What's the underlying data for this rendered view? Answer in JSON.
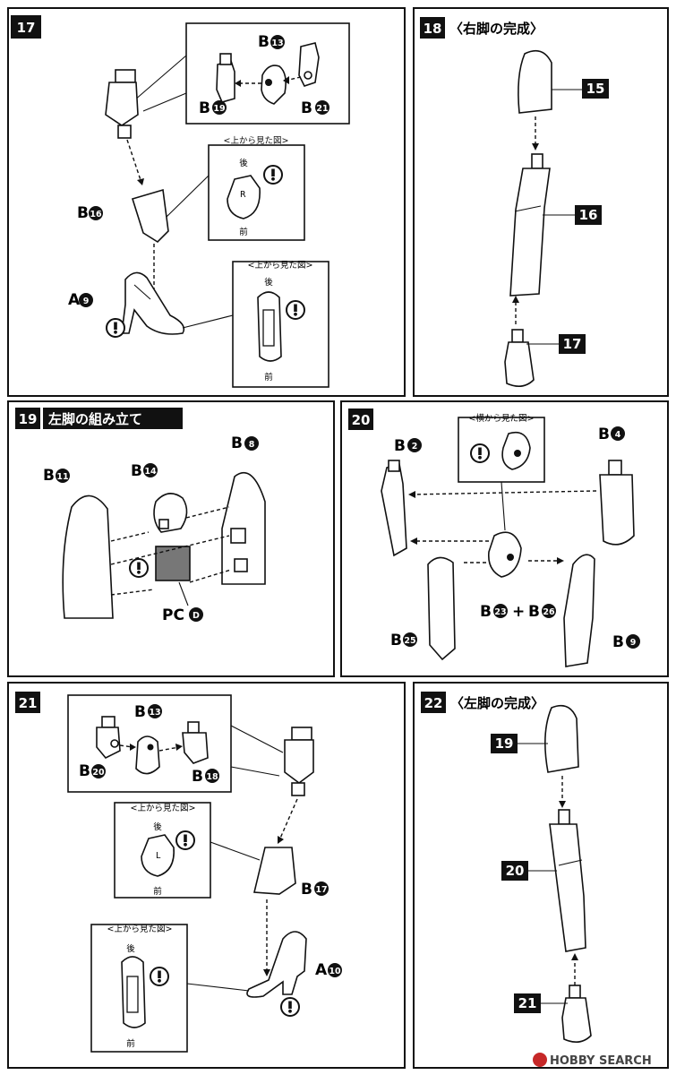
{
  "step17": {
    "number": "17",
    "labels": {
      "b13": "B",
      "n13": "13",
      "b19": "B",
      "n19": "19",
      "b21": "B",
      "n21": "21",
      "b16": "B",
      "n16": "16",
      "a9": "A",
      "n9": "9"
    },
    "view_label_1": "<上から見た図>",
    "view_label_2": "<上から見た図>",
    "back": "後",
    "front": "前",
    "back2": "後",
    "front2": "前",
    "heel_mark": "R"
  },
  "step18": {
    "number": "18",
    "title": "〈右脚の完成〉",
    "tag15": "15",
    "tag16": "16",
    "tag17": "17"
  },
  "step19": {
    "number": "19",
    "title": "左脚の組み立て",
    "labels": {
      "b11": "B",
      "n11": "11",
      "b14": "B",
      "n14": "14",
      "b8": "B",
      "n8": "8",
      "pc": "PC",
      "nd": "D"
    }
  },
  "step20": {
    "number": "20",
    "view_label": "<横から見た図>",
    "labels": {
      "b2": "B",
      "n2": "2",
      "b4": "B",
      "n4": "4",
      "b23": "B",
      "n23": "23",
      "plus": "+",
      "b26": "B",
      "n26": "26",
      "b25": "B",
      "n25": "25",
      "b9": "B",
      "n9": "9"
    }
  },
  "step21": {
    "number": "21",
    "labels": {
      "b13": "B",
      "n13": "13",
      "b20": "B",
      "n20": "20",
      "b18": "B",
      "n18": "18",
      "b17": "B",
      "n17": "17",
      "a10": "A",
      "n10": "10"
    },
    "view_label_1": "<上から見た図>",
    "view_label_2": "<上から見た図>",
    "back": "後",
    "front": "前",
    "back2": "後",
    "front2": "前",
    "heel_mark": "L"
  },
  "step22": {
    "number": "22",
    "title": "〈左脚の完成〉",
    "tag19": "19",
    "tag20": "20",
    "tag21": "21"
  },
  "caution_mark": "!",
  "watermark": {
    "brand": "HOBBY SEARCH"
  }
}
